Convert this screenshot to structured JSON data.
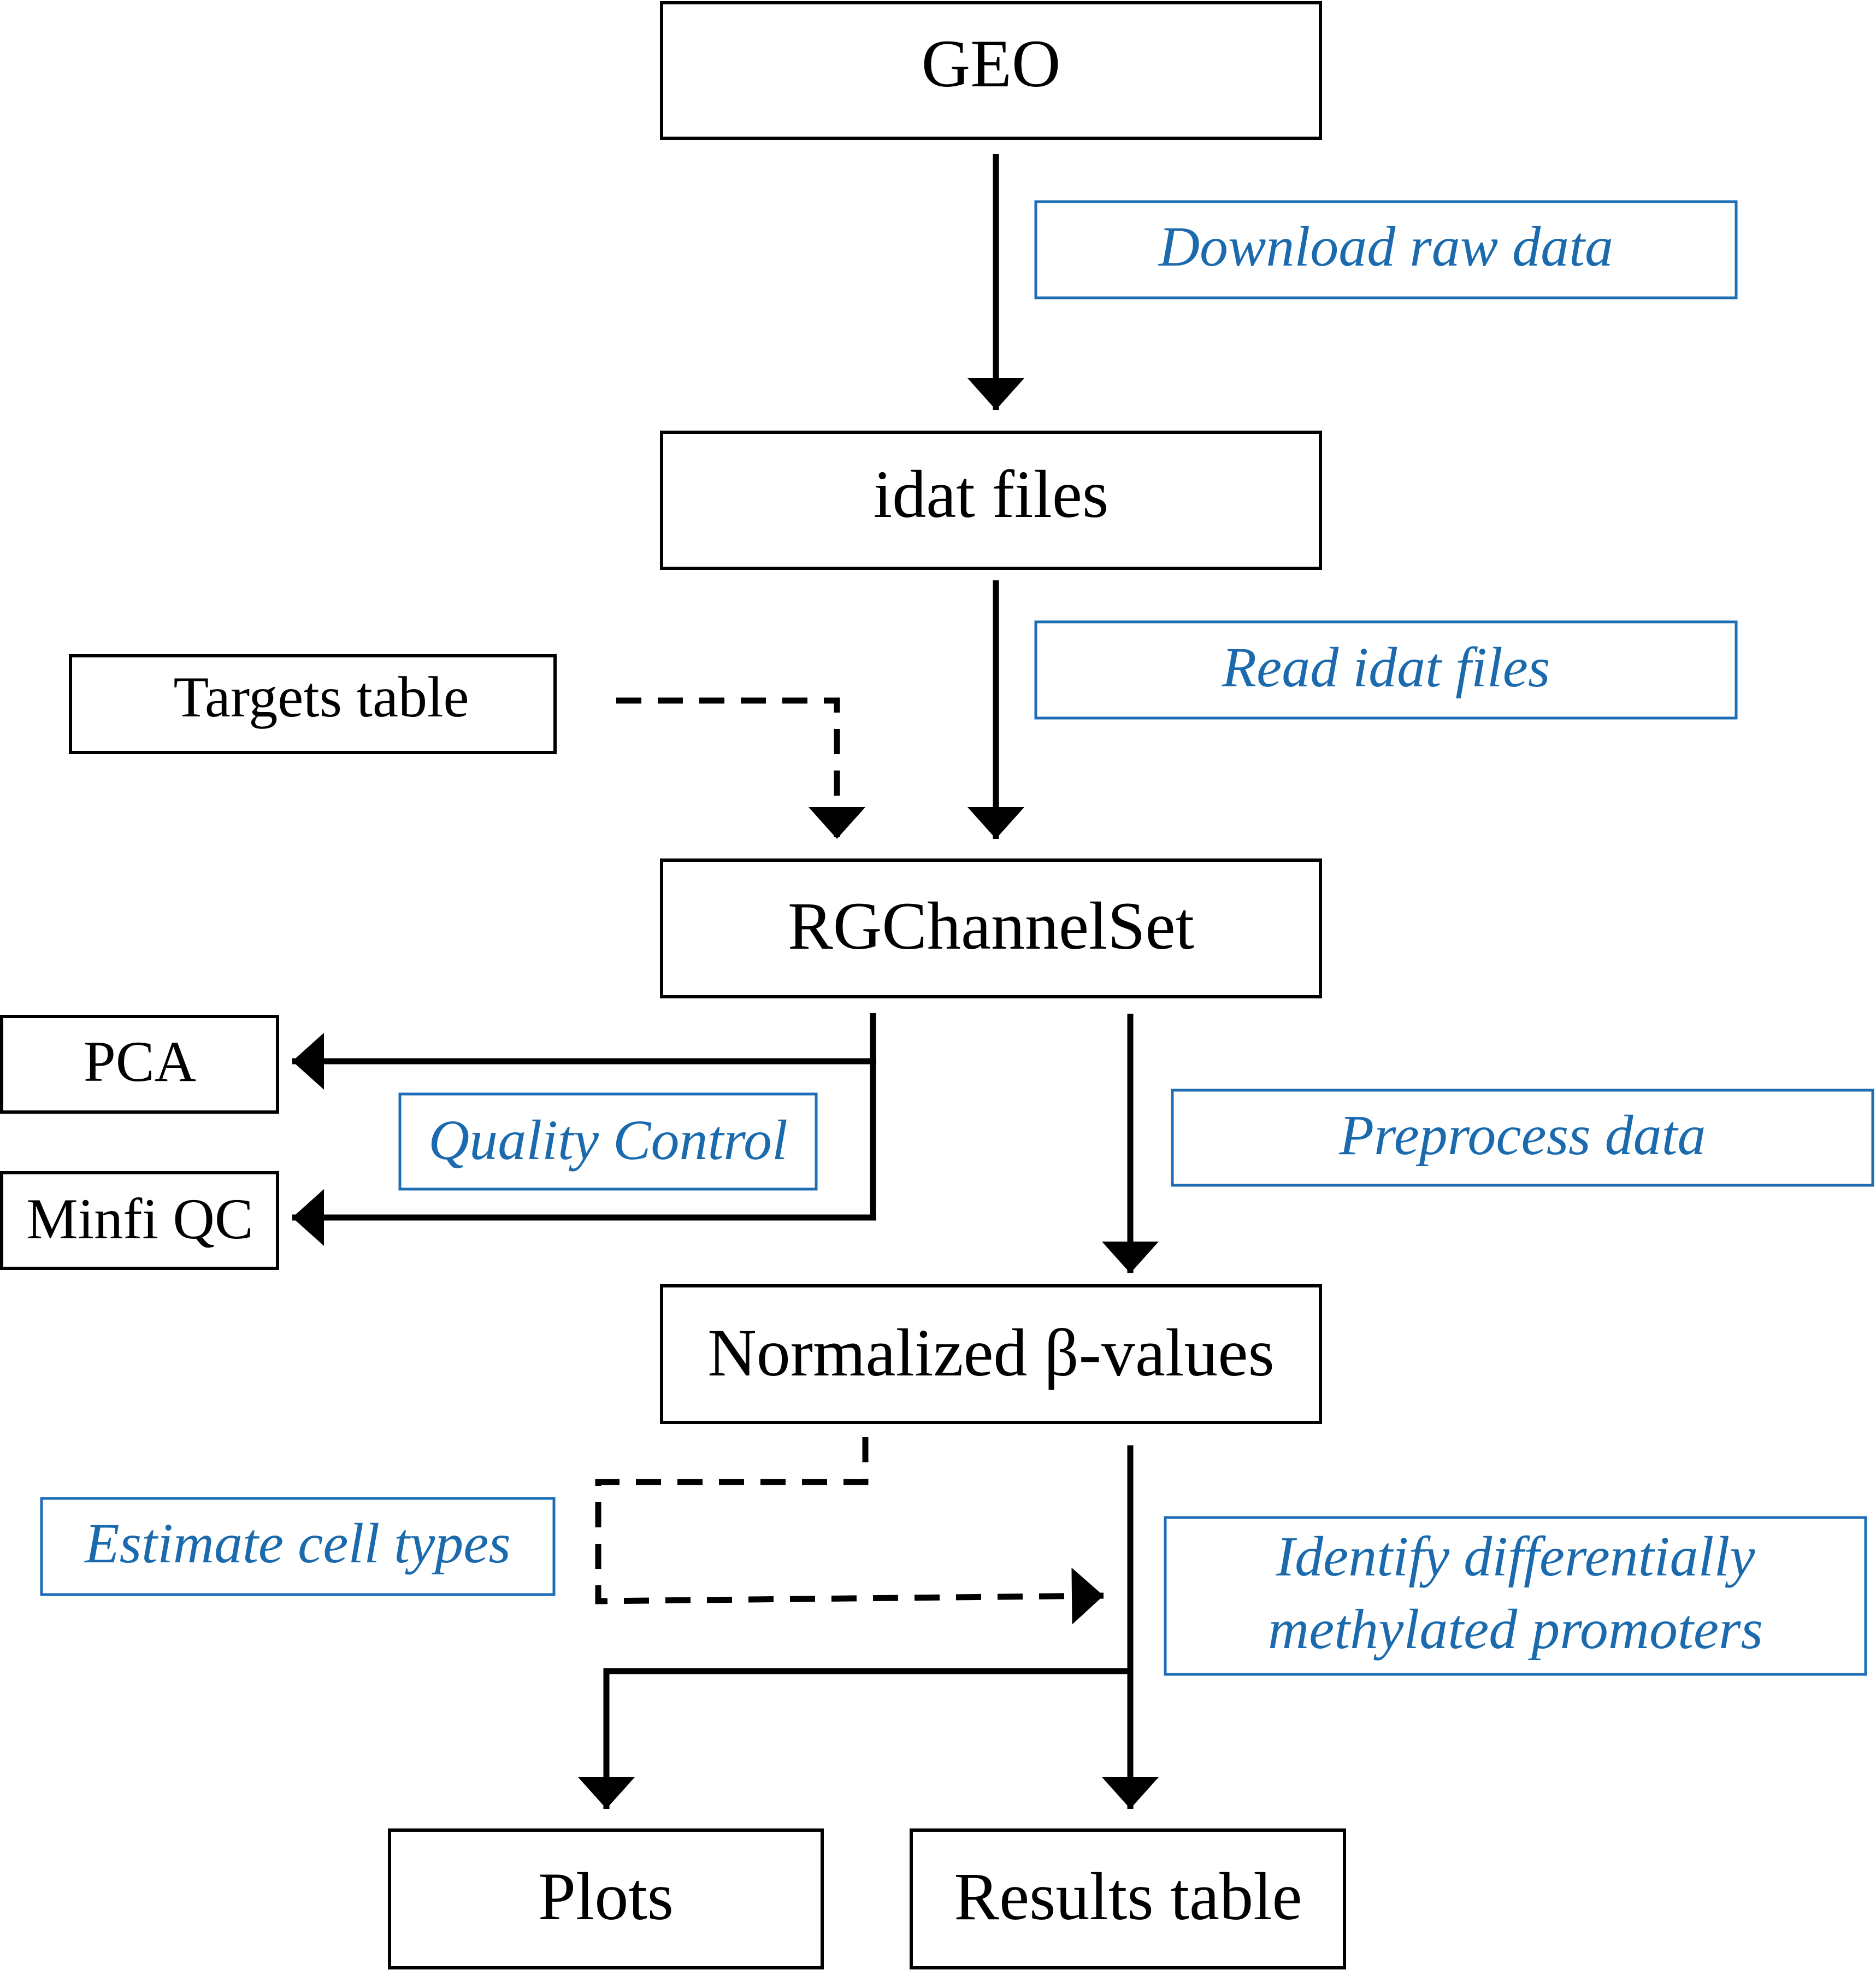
{
  "colors": {
    "node_border": "#000000",
    "node_text": "#000000",
    "step_border": "#1f6eb5",
    "step_text": "#1a6aad",
    "edge": "#000000"
  },
  "nodes": {
    "geo": "GEO",
    "idat_files": "idat files",
    "targets_table": "Targets table",
    "rgchannelset": "RGChannelSet",
    "pca": "PCA",
    "minfi_qc": "Minfi QC",
    "normalized_beta": "Normalized β-values",
    "plots": "Plots",
    "results_table": "Results table"
  },
  "steps": {
    "download": "Download raw data",
    "read_idat": "Read idat files",
    "quality_control": "Quality Control",
    "preprocess": "Preprocess data",
    "estimate_cell_types": "Estimate cell types",
    "identify_dm_line1": "Identify differentially",
    "identify_dm_line2": "methylated promoters"
  }
}
